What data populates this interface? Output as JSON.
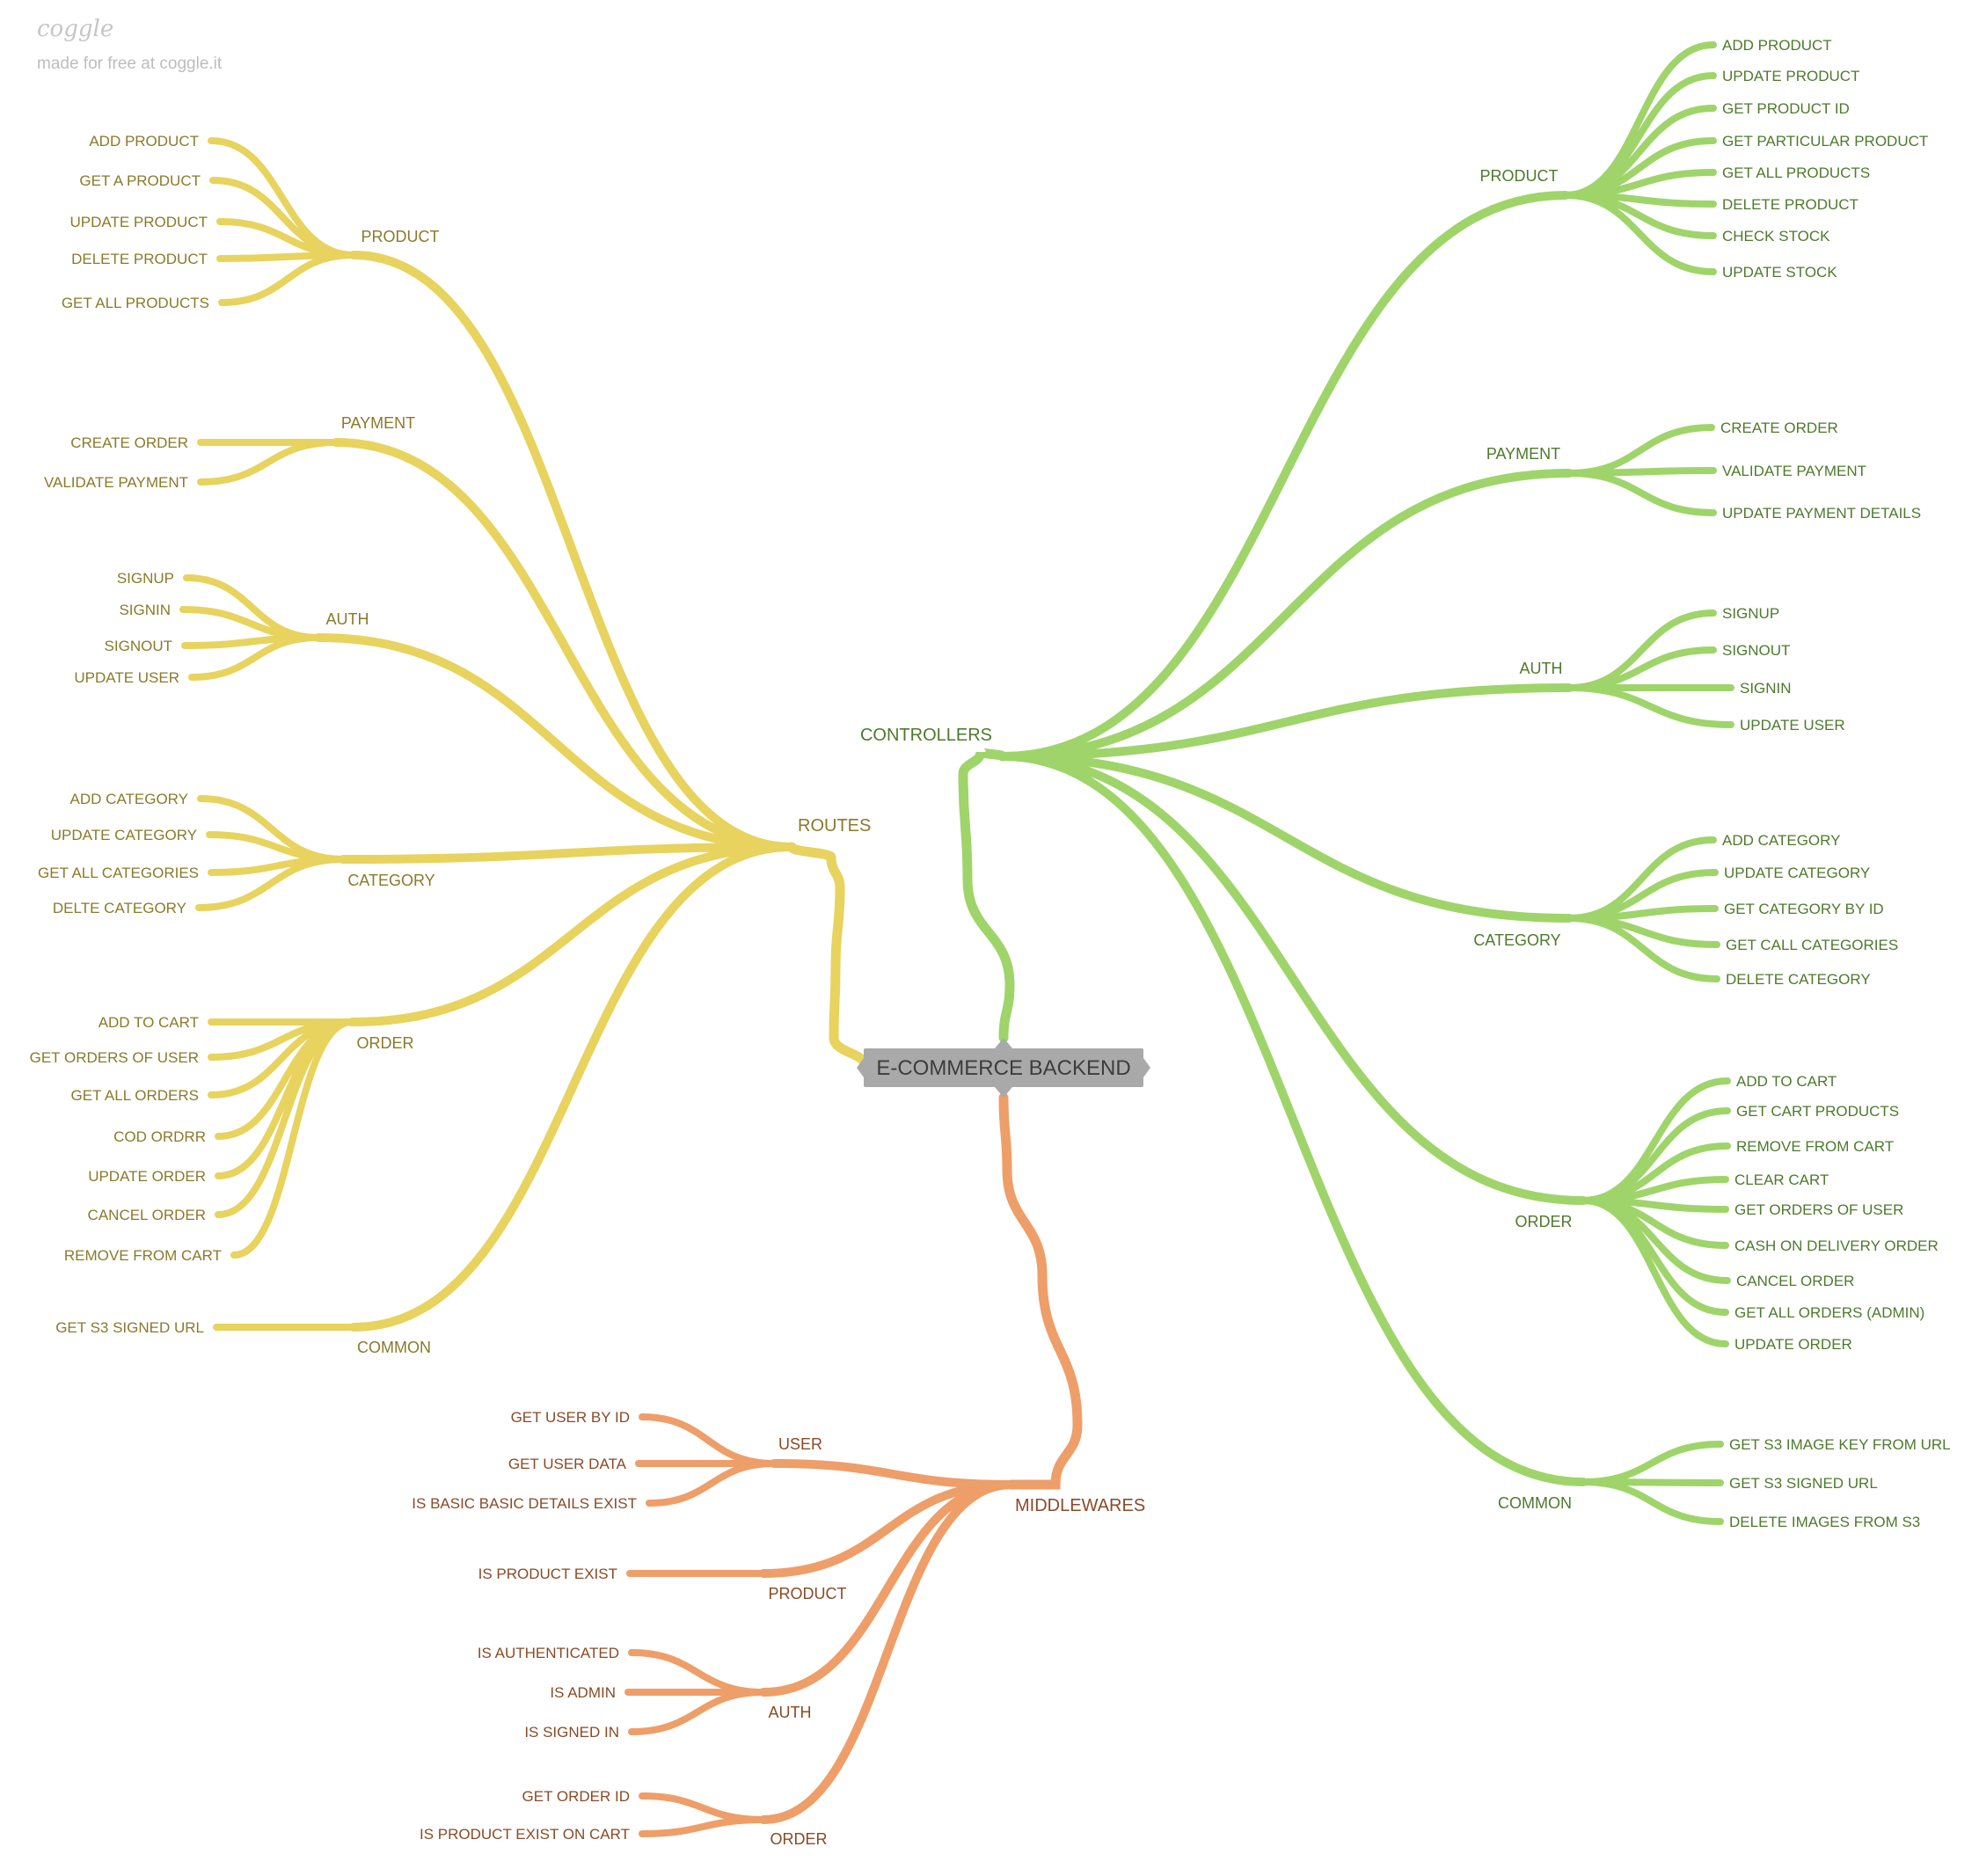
{
  "brand": {
    "logo": "coggle",
    "tagline": "made for free at coggle.it"
  },
  "central": {
    "label": "E-COMMERCE BACKEND"
  },
  "colors": {
    "routes": "#e7d35e",
    "controllers": "#9fd46a",
    "middlewares": "#ee9e68",
    "central_box": "#a9a9a9"
  },
  "branches": [
    {
      "id": "routes",
      "label": "ROUTES",
      "color": "#e7d35e",
      "text_color": "#8a7a2a",
      "groups": [
        {
          "label": "PRODUCT",
          "leaves": [
            "ADD PRODUCT",
            "GET A PRODUCT",
            "UPDATE PRODUCT",
            "DELETE PRODUCT",
            "GET ALL PRODUCTS"
          ]
        },
        {
          "label": "PAYMENT",
          "leaves": [
            "CREATE ORDER",
            "VALIDATE PAYMENT"
          ]
        },
        {
          "label": "AUTH",
          "leaves": [
            "SIGNUP",
            "SIGNIN",
            "SIGNOUT",
            "UPDATE USER"
          ]
        },
        {
          "label": "CATEGORY",
          "leaves": [
            "ADD CATEGORY",
            "UPDATE CATEGORY",
            "GET ALL CATEGORIES",
            "DELTE CATEGORY"
          ]
        },
        {
          "label": "ORDER",
          "leaves": [
            "ADD TO CART",
            "GET ORDERS OF USER",
            "GET ALL ORDERS",
            "COD ORDRR",
            "UPDATE ORDER",
            "CANCEL ORDER",
            "REMOVE FROM CART"
          ]
        },
        {
          "label": "COMMON",
          "leaves": [
            "GET S3 SIGNED URL"
          ]
        }
      ]
    },
    {
      "id": "controllers",
      "label": "CONTROLLERS",
      "color": "#9fd46a",
      "text_color": "#4e7a2c",
      "groups": [
        {
          "label": "PRODUCT",
          "leaves": [
            "ADD PRODUCT",
            "UPDATE PRODUCT",
            "GET PRODUCT ID",
            "GET PARTICULAR PRODUCT",
            "GET ALL PRODUCTS",
            "DELETE PRODUCT",
            "CHECK STOCK",
            "UPDATE STOCK"
          ]
        },
        {
          "label": "PAYMENT",
          "leaves": [
            "CREATE ORDER",
            "VALIDATE PAYMENT",
            "UPDATE PAYMENT DETAILS"
          ]
        },
        {
          "label": "AUTH",
          "leaves": [
            "SIGNUP",
            "SIGNOUT",
            "SIGNIN",
            "UPDATE USER"
          ]
        },
        {
          "label": "CATEGORY",
          "leaves": [
            "ADD CATEGORY",
            "UPDATE CATEGORY",
            "GET CATEGORY BY ID",
            "GET CALL CATEGORIES",
            "DELETE CATEGORY"
          ]
        },
        {
          "label": "ORDER",
          "leaves": [
            "ADD TO CART",
            "GET CART PRODUCTS",
            "REMOVE FROM CART",
            "CLEAR CART",
            "GET ORDERS OF USER",
            "CASH ON DELIVERY ORDER",
            "CANCEL ORDER",
            "GET ALL ORDERS (ADMIN)",
            "UPDATE ORDER"
          ]
        },
        {
          "label": "COMMON",
          "leaves": [
            "GET S3 IMAGE KEY FROM URL",
            "GET S3 SIGNED URL",
            "DELETE IMAGES FROM S3"
          ]
        }
      ]
    },
    {
      "id": "middlewares",
      "label": "MIDDLEWARES",
      "color": "#ee9e68",
      "text_color": "#8a4a26",
      "groups": [
        {
          "label": "USER",
          "leaves": [
            "GET USER BY ID",
            "GET USER DATA",
            "IS BASIC BASIC DETAILS EXIST"
          ]
        },
        {
          "label": "PRODUCT",
          "leaves": [
            "IS PRODUCT EXIST"
          ]
        },
        {
          "label": "AUTH",
          "leaves": [
            "IS AUTHENTICATED",
            "IS ADMIN",
            "IS SIGNED IN"
          ]
        },
        {
          "label": "ORDER",
          "leaves": [
            "GET ORDER ID",
            "IS PRODUCT EXIST ON CART"
          ]
        }
      ]
    }
  ]
}
